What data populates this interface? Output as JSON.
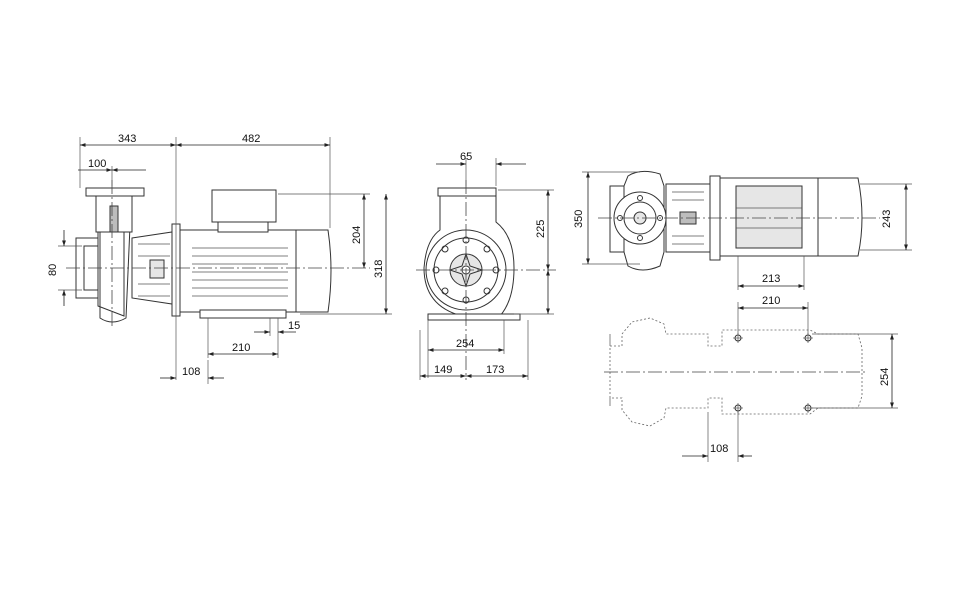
{
  "side_view": {
    "overall_width": "343",
    "motor_length": "482",
    "inlet_offset": "100",
    "inlet_diameter": "80",
    "motor_height": "204",
    "total_height": "318",
    "foot_spacing": "210",
    "foot_hole": "15",
    "base_offset": "108"
  },
  "front_view": {
    "outlet_offset": "65",
    "shaft_height": "225",
    "foot_width": "254",
    "left_width": "149",
    "right_width": "173"
  },
  "top_view": {
    "width": "350",
    "motor_diameter": "243",
    "foot_length": "213"
  },
  "foot_plan": {
    "hole_spacing_x": "210",
    "hole_spacing_y": "254",
    "hole_offset": "108"
  }
}
